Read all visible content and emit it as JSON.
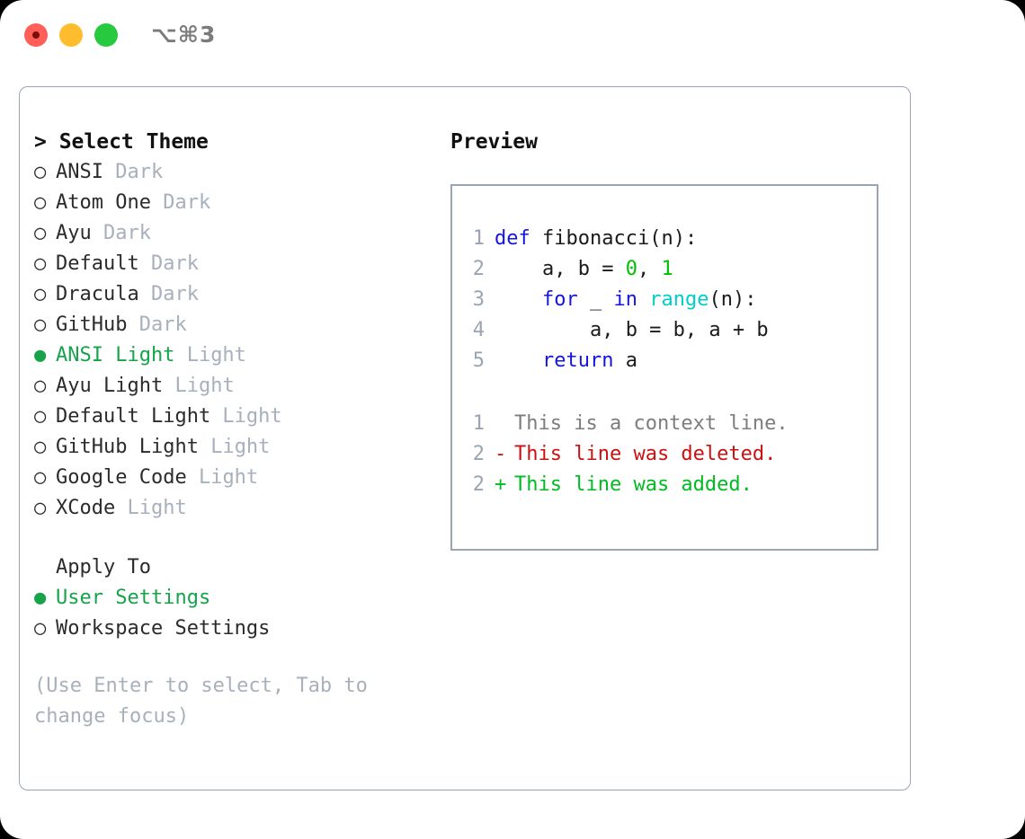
{
  "titlebar": {
    "shortcut": "⌥⌘3",
    "buttons": {
      "close": "close-traffic-light",
      "minimize": "minimize-traffic-light",
      "maximize": "maximize-traffic-light"
    }
  },
  "colors": {
    "accent_green": "#16a34a",
    "muted_gray": "#a7b0bb",
    "border": "#9aa5b1",
    "keyword_blue": "#1515e0",
    "number_green": "#00c000",
    "builtin_cyan": "#00cdcd",
    "diff_deleted_red": "#cc1111",
    "diff_added_green": "#00bb22",
    "traffic_red": "#ff5f56",
    "traffic_yellow": "#ffbd2e",
    "traffic_green": "#27c93f"
  },
  "theme_picker": {
    "header_prefix": ">",
    "header": "Select Theme",
    "bullet_selected": "●",
    "bullet_unselected": "○",
    "items": [
      {
        "name": "ANSI",
        "variant": "Dark",
        "selected": false
      },
      {
        "name": "Atom One",
        "variant": "Dark",
        "selected": false
      },
      {
        "name": "Ayu",
        "variant": "Dark",
        "selected": false
      },
      {
        "name": "Default",
        "variant": "Dark",
        "selected": false
      },
      {
        "name": "Dracula",
        "variant": "Dark",
        "selected": false
      },
      {
        "name": "GitHub",
        "variant": "Dark",
        "selected": false
      },
      {
        "name": "ANSI Light",
        "variant": "Light",
        "selected": true
      },
      {
        "name": "Ayu Light",
        "variant": "Light",
        "selected": false
      },
      {
        "name": "Default Light",
        "variant": "Light",
        "selected": false
      },
      {
        "name": "GitHub Light",
        "variant": "Light",
        "selected": false
      },
      {
        "name": "Google Code",
        "variant": "Light",
        "selected": false
      },
      {
        "name": "XCode",
        "variant": "Light",
        "selected": false
      }
    ]
  },
  "apply_to": {
    "header": "Apply To",
    "items": [
      {
        "name": "User Settings",
        "selected": true
      },
      {
        "name": "Workspace Settings",
        "selected": false
      }
    ]
  },
  "hint": "(Use Enter to select, Tab to change focus)",
  "preview": {
    "header": "Preview",
    "code_lines": [
      {
        "number": "1",
        "tokens": [
          {
            "t": "def",
            "c": "kw"
          },
          {
            "t": " ",
            "c": "id"
          },
          {
            "t": "fibonacci",
            "c": "id"
          },
          {
            "t": "(n):",
            "c": "punct"
          }
        ]
      },
      {
        "number": "2",
        "tokens": [
          {
            "t": "    a, b = ",
            "c": "id"
          },
          {
            "t": "0",
            "c": "num"
          },
          {
            "t": ", ",
            "c": "punct"
          },
          {
            "t": "1",
            "c": "num"
          }
        ]
      },
      {
        "number": "3",
        "tokens": [
          {
            "t": "    ",
            "c": "id"
          },
          {
            "t": "for",
            "c": "kw"
          },
          {
            "t": " _ ",
            "c": "id"
          },
          {
            "t": "in",
            "c": "kw"
          },
          {
            "t": " ",
            "c": "id"
          },
          {
            "t": "range",
            "c": "fn"
          },
          {
            "t": "(n):",
            "c": "punct"
          }
        ]
      },
      {
        "number": "4",
        "tokens": [
          {
            "t": "        a, b = b, a + b",
            "c": "id"
          }
        ]
      },
      {
        "number": "5",
        "tokens": [
          {
            "t": "    ",
            "c": "id"
          },
          {
            "t": "return",
            "c": "kw"
          },
          {
            "t": " a",
            "c": "id"
          }
        ]
      }
    ],
    "diff_lines": [
      {
        "number": "1",
        "sign": " ",
        "text": "This is a context line.",
        "kind": "context"
      },
      {
        "number": "2",
        "sign": "-",
        "text": "This line was deleted.",
        "kind": "deleted"
      },
      {
        "number": "2",
        "sign": "+",
        "text": "This line was added.",
        "kind": "added"
      }
    ]
  }
}
